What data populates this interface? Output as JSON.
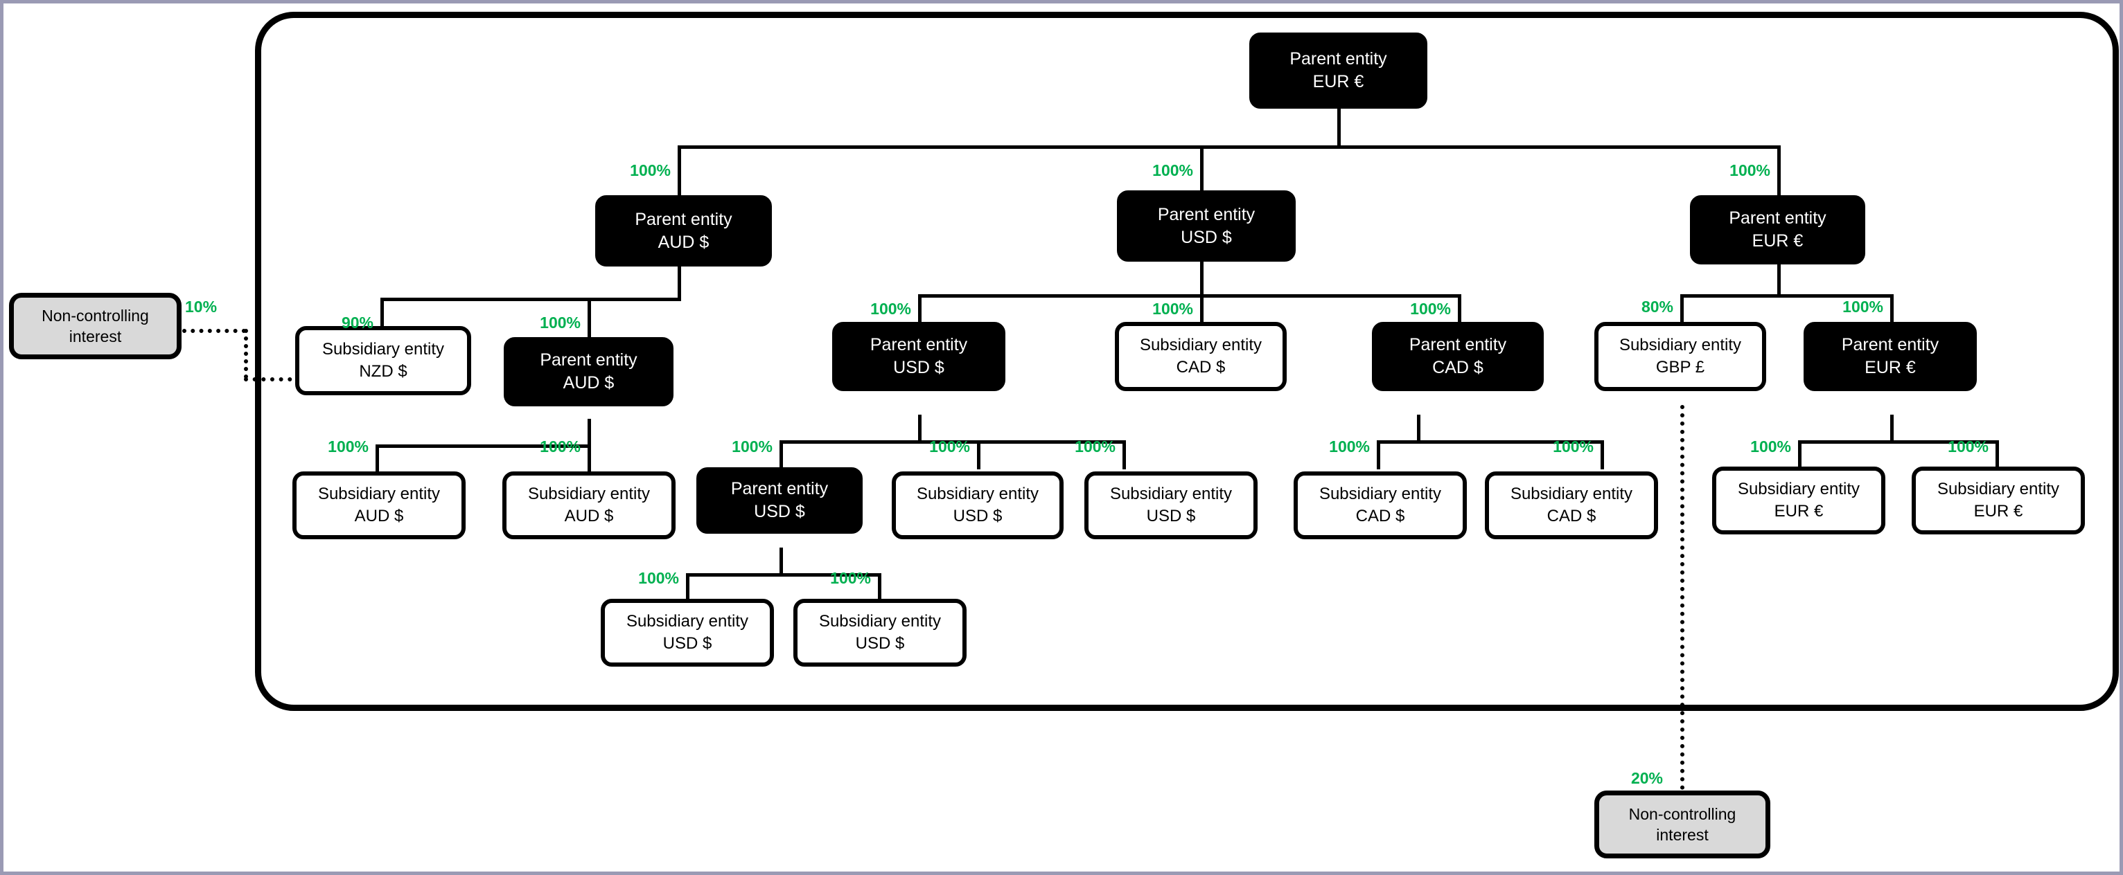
{
  "diagram": {
    "title": "Group structure with parent entities, subsidiary entities and non-controlling interests",
    "accent_color": "#00b050",
    "node_dark_fill": "#000000",
    "node_light_fill": "#ffffff",
    "nci_fill": "#d9d9d9",
    "labels": {
      "parent": "Parent entity",
      "subsidiary": "Subsidiary entity",
      "non_controlling": "Non-controlling",
      "interest": "interest"
    },
    "nodes": [
      {
        "id": "root",
        "type": "parent",
        "line1": "Parent entity",
        "line2": "EUR €",
        "style": "dark"
      },
      {
        "id": "p-aud",
        "type": "parent",
        "line1": "Parent entity",
        "line2": "AUD $",
        "style": "dark"
      },
      {
        "id": "p-usd",
        "type": "parent",
        "line1": "Parent entity",
        "line2": "USD $",
        "style": "dark"
      },
      {
        "id": "p-eur",
        "type": "parent",
        "line1": "Parent entity",
        "line2": "EUR €",
        "style": "dark"
      },
      {
        "id": "s-nzd",
        "type": "subsidiary",
        "line1": "Subsidiary entity",
        "line2": "NZD $",
        "style": "light"
      },
      {
        "id": "p-aud2",
        "type": "parent",
        "line1": "Parent entity",
        "line2": "AUD $",
        "style": "dark"
      },
      {
        "id": "p-usd2",
        "type": "parent",
        "line1": "Parent entity",
        "line2": "USD $",
        "style": "dark"
      },
      {
        "id": "s-cad1",
        "type": "subsidiary",
        "line1": "Subsidiary entity",
        "line2": "CAD $",
        "style": "light"
      },
      {
        "id": "p-cad",
        "type": "parent",
        "line1": "Parent entity",
        "line2": "CAD $",
        "style": "dark"
      },
      {
        "id": "s-gbp",
        "type": "subsidiary",
        "line1": "Subsidiary entity",
        "line2": "GBP £",
        "style": "light"
      },
      {
        "id": "p-eur2",
        "type": "parent",
        "line1": "Parent entity",
        "line2": "EUR €",
        "style": "dark"
      },
      {
        "id": "s-aud-a",
        "type": "subsidiary",
        "line1": "Subsidiary entity",
        "line2": "AUD $",
        "style": "light"
      },
      {
        "id": "s-aud-b",
        "type": "subsidiary",
        "line1": "Subsidiary entity",
        "line2": "AUD $",
        "style": "light"
      },
      {
        "id": "p-usd3",
        "type": "parent",
        "line1": "Parent entity",
        "line2": "USD $",
        "style": "dark"
      },
      {
        "id": "s-usd-a",
        "type": "subsidiary",
        "line1": "Subsidiary entity",
        "line2": "USD $",
        "style": "light"
      },
      {
        "id": "s-usd-b",
        "type": "subsidiary",
        "line1": "Subsidiary entity",
        "line2": "USD $",
        "style": "light"
      },
      {
        "id": "s-cad-a",
        "type": "subsidiary",
        "line1": "Subsidiary entity",
        "line2": "CAD $",
        "style": "light"
      },
      {
        "id": "s-cad-b",
        "type": "subsidiary",
        "line1": "Subsidiary entity",
        "line2": "CAD $",
        "style": "light"
      },
      {
        "id": "s-eur-a",
        "type": "subsidiary",
        "line1": "Subsidiary entity",
        "line2": "EUR €",
        "style": "light"
      },
      {
        "id": "s-eur-b",
        "type": "subsidiary",
        "line1": "Subsidiary entity",
        "line2": "EUR €",
        "style": "light"
      },
      {
        "id": "s-usd-c",
        "type": "subsidiary",
        "line1": "Subsidiary entity",
        "line2": "USD $",
        "style": "light"
      },
      {
        "id": "s-usd-d",
        "type": "subsidiary",
        "line1": "Subsidiary entity",
        "line2": "USD $",
        "style": "light"
      },
      {
        "id": "nci-left",
        "type": "nci",
        "line1": "Non-controlling",
        "line2": "interest",
        "style": "nci"
      },
      {
        "id": "nci-bottom",
        "type": "nci",
        "line1": "Non-controlling",
        "line2": "interest",
        "style": "nci"
      }
    ],
    "edges": [
      {
        "from": "root",
        "to": "p-aud",
        "pct": "100%"
      },
      {
        "from": "root",
        "to": "p-usd",
        "pct": "100%"
      },
      {
        "from": "root",
        "to": "p-eur",
        "pct": "100%"
      },
      {
        "from": "p-aud",
        "to": "s-nzd",
        "pct": "90%"
      },
      {
        "from": "p-aud",
        "to": "p-aud2",
        "pct": "100%"
      },
      {
        "from": "p-usd",
        "to": "p-usd2",
        "pct": "100%"
      },
      {
        "from": "p-usd",
        "to": "s-cad1",
        "pct": "100%"
      },
      {
        "from": "p-usd",
        "to": "p-cad",
        "pct": "100%"
      },
      {
        "from": "p-eur",
        "to": "s-gbp",
        "pct": "80%"
      },
      {
        "from": "p-eur",
        "to": "p-eur2",
        "pct": "100%"
      },
      {
        "from": "p-aud2",
        "to": "s-aud-a",
        "pct": "100%"
      },
      {
        "from": "p-aud2",
        "to": "s-aud-b",
        "pct": "100%"
      },
      {
        "from": "p-usd2",
        "to": "p-usd3",
        "pct": "100%"
      },
      {
        "from": "p-usd2",
        "to": "s-usd-a",
        "pct": "100%"
      },
      {
        "from": "p-usd2",
        "to": "s-usd-b",
        "pct": "100%"
      },
      {
        "from": "p-cad",
        "to": "s-cad-a",
        "pct": "100%"
      },
      {
        "from": "p-cad",
        "to": "s-cad-b",
        "pct": "100%"
      },
      {
        "from": "p-eur2",
        "to": "s-eur-a",
        "pct": "100%"
      },
      {
        "from": "p-eur2",
        "to": "s-eur-b",
        "pct": "100%"
      },
      {
        "from": "p-usd3",
        "to": "s-usd-c",
        "pct": "100%"
      },
      {
        "from": "p-usd3",
        "to": "s-usd-d",
        "pct": "100%"
      },
      {
        "from": "nci-left",
        "to": "s-nzd",
        "pct": "10%",
        "style": "dotted"
      },
      {
        "from": "s-gbp",
        "to": "nci-bottom",
        "pct": "20%",
        "style": "dotted"
      }
    ],
    "percentages": {
      "root_to_aud": "100%",
      "root_to_usd": "100%",
      "root_to_eur": "100%",
      "aud_to_nzd": "90%",
      "aud_to_aud2": "100%",
      "usd_to_usd2": "100%",
      "usd_to_cad1": "100%",
      "usd_to_cad": "100%",
      "eur_to_gbp": "80%",
      "eur_to_eur2": "100%",
      "aud2_to_a": "100%",
      "aud2_to_b": "100%",
      "usd2_to_usd3": "100%",
      "usd2_to_a": "100%",
      "usd2_to_b": "100%",
      "cad_to_a": "100%",
      "cad_to_b": "100%",
      "eur2_to_a": "100%",
      "eur2_to_b": "100%",
      "usd3_to_c": "100%",
      "usd3_to_d": "100%",
      "nci_left": "10%",
      "nci_bottom": "20%"
    }
  }
}
